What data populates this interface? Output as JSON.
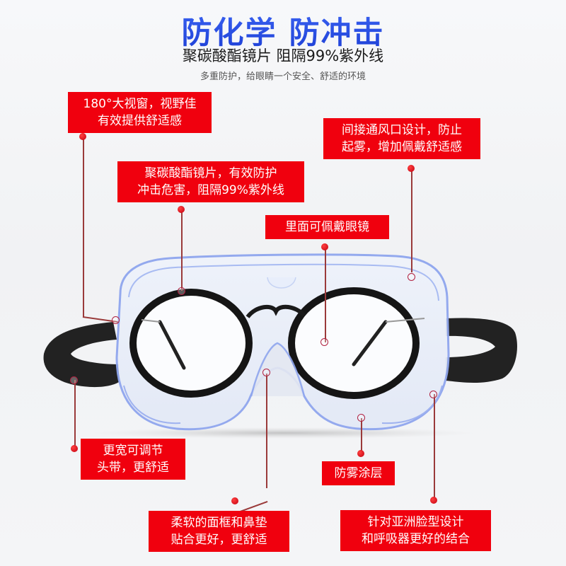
{
  "header": {
    "title": "防化学 防冲击",
    "subtitle": "聚碳酸酯镜片 阻隔99%紫外线",
    "tagline": "多重防护，给眼睛一个安全、舒适的环境"
  },
  "colors": {
    "title_blue": "#2a4fe0",
    "label_red": "#f0000e",
    "strap_black": "#1e1e1e",
    "goggle_blue_edge": "#8fa6ee"
  },
  "callouts": [
    {
      "id": "wide-view",
      "lines": [
        "180°大视窗，视野佳",
        "有效提供舒适感"
      ]
    },
    {
      "id": "ventilation",
      "lines": [
        "间接通风口设计，防止",
        "起雾，增加佩戴舒适感"
      ]
    },
    {
      "id": "pc-lens",
      "lines": [
        "聚碳酸酯镜片，有效防护",
        "冲击危害，阻隔99%紫外线"
      ]
    },
    {
      "id": "wear-glasses",
      "lines": [
        "里面可佩戴眼镜"
      ]
    },
    {
      "id": "strap",
      "lines": [
        "更宽可调节",
        "头带，更舒适"
      ]
    },
    {
      "id": "anti-fog",
      "lines": [
        "防雾涂层"
      ]
    },
    {
      "id": "soft-frame",
      "lines": [
        "柔软的面框和鼻垫",
        "贴合更好，更舒适"
      ]
    },
    {
      "id": "asian-fit",
      "lines": [
        "针对亚洲脸型设计",
        "和呼吸器更好的结合"
      ]
    }
  ]
}
